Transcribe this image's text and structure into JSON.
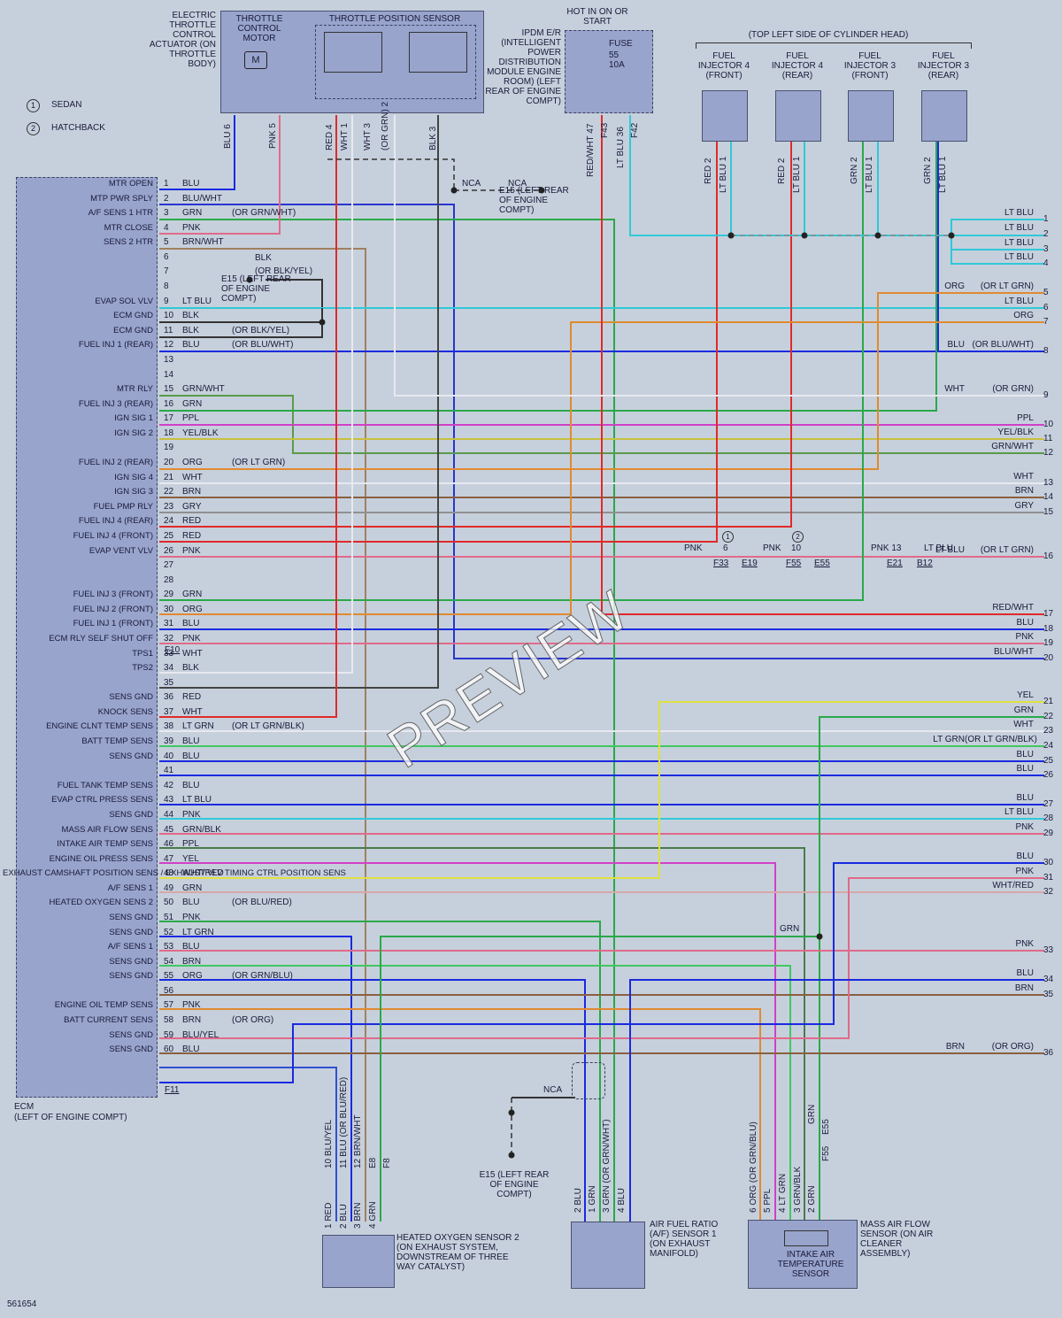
{
  "diagram_id": "561654",
  "watermark": "PREVIEW",
  "legend": [
    {
      "num": "1",
      "label": "SEDAN"
    },
    {
      "num": "2",
      "label": "HATCHBACK"
    }
  ],
  "components": {
    "etc_actuator": "ELECTRIC THROTTLE CONTROL ACTUATOR (ON THROTTLE BODY)",
    "tcm": "THROTTLE CONTROL MOTOR",
    "tps": "THROTTLE POSITION SENSOR",
    "hot_in": "HOT IN ON OR START",
    "ipdm": "IPDM E/R (INTELLIGENT POWER DISTRIBUTION MODULE ENGINE ROOM) (LEFT REAR OF ENGINE COMPT)",
    "fuse": "FUSE",
    "fuse_num": "55",
    "fuse_amp": "10A",
    "injectors_loc": "(TOP LEFT SIDE OF CYLINDER HEAD)",
    "inj4f": "FUEL INJECTOR 4 (FRONT)",
    "inj4r": "FUEL INJECTOR 4 (REAR)",
    "inj3f": "FUEL INJECTOR 3 (FRONT)",
    "inj3r": "FUEL INJECTOR 3 (REAR)",
    "ecm": "ECM",
    "ecm_loc": "(LEFT OF ENGINE COMPT)",
    "ho2s2": "HEATED OXYGEN SENSOR 2 (ON EXHAUST SYSTEM, DOWNSTREAM OF THREE WAY CATALYST)",
    "af1": "AIR FUEL RATIO (A/F) SENSOR 1 (ON EXHAUST MANIFOLD)",
    "maf": "MASS AIR FLOW SENSOR (ON AIR CLEANER ASSEMBLY)",
    "iat": "INTAKE AIR TEMPERATURE SENSOR",
    "e15_a": "E15 (LEFT REAR OF ENGINE COMPT)",
    "e15_b": "E15 (LEFT REAR OF ENGINE COMPT)",
    "e15_c": "E15 (LEFT REAR OF ENGINE COMPT)",
    "nca": "NCA"
  },
  "ecm_pins": [
    {
      "pin": "1",
      "func": "MTR OPEN",
      "wire": "BLU",
      "alt": ""
    },
    {
      "pin": "2",
      "func": "MTP PWR SPLY",
      "wire": "BLU/WHT",
      "alt": ""
    },
    {
      "pin": "3",
      "func": "A/F SENS 1 HTR",
      "wire": "GRN",
      "alt": "(OR GRN/WHT)"
    },
    {
      "pin": "4",
      "func": "MTR CLOSE",
      "wire": "PNK",
      "alt": ""
    },
    {
      "pin": "5",
      "func": "SENS 2 HTR",
      "wire": "BRN/WHT",
      "alt": ""
    },
    {
      "pin": "6",
      "func": "",
      "wire": "",
      "alt": ""
    },
    {
      "pin": "7",
      "func": "",
      "wire": "",
      "alt": ""
    },
    {
      "pin": "8",
      "func": "",
      "wire": "",
      "alt": ""
    },
    {
      "pin": "9",
      "func": "EVAP SOL VLV",
      "wire": "LT BLU",
      "alt": ""
    },
    {
      "pin": "10",
      "func": "ECM GND",
      "wire": "BLK",
      "alt": ""
    },
    {
      "pin": "11",
      "func": "ECM GND",
      "wire": "BLK",
      "alt": "(OR BLK/YEL)"
    },
    {
      "pin": "12",
      "func": "FUEL INJ 1 (REAR)",
      "wire": "BLU",
      "alt": "(OR BLU/WHT)"
    },
    {
      "pin": "13",
      "func": "",
      "wire": "",
      "alt": ""
    },
    {
      "pin": "14",
      "func": "",
      "wire": "",
      "alt": ""
    },
    {
      "pin": "15",
      "func": "MTR RLY",
      "wire": "GRN/WHT",
      "alt": ""
    },
    {
      "pin": "16",
      "func": "FUEL INJ 3 (REAR)",
      "wire": "GRN",
      "alt": ""
    },
    {
      "pin": "17",
      "func": "IGN SIG 1",
      "wire": "PPL",
      "alt": ""
    },
    {
      "pin": "18",
      "func": "IGN SIG 2",
      "wire": "YEL/BLK",
      "alt": ""
    },
    {
      "pin": "19",
      "func": "",
      "wire": "",
      "alt": ""
    },
    {
      "pin": "20",
      "func": "FUEL INJ 2 (REAR)",
      "wire": "ORG",
      "alt": "(OR LT GRN)"
    },
    {
      "pin": "21",
      "func": "IGN SIG 4",
      "wire": "WHT",
      "alt": ""
    },
    {
      "pin": "22",
      "func": "IGN SIG 3",
      "wire": "BRN",
      "alt": ""
    },
    {
      "pin": "23",
      "func": "FUEL PMP RLY",
      "wire": "GRY",
      "alt": ""
    },
    {
      "pin": "24",
      "func": "FUEL INJ 4 (REAR)",
      "wire": "RED",
      "alt": ""
    },
    {
      "pin": "25",
      "func": "FUEL INJ 4 (FRONT)",
      "wire": "RED",
      "alt": ""
    },
    {
      "pin": "26",
      "func": "EVAP VENT VLV",
      "wire": "PNK",
      "alt": ""
    },
    {
      "pin": "27",
      "func": "",
      "wire": "",
      "alt": ""
    },
    {
      "pin": "28",
      "func": "",
      "wire": "",
      "alt": ""
    },
    {
      "pin": "29",
      "func": "FUEL INJ 3 (FRONT)",
      "wire": "GRN",
      "alt": ""
    },
    {
      "pin": "30",
      "func": "FUEL INJ 2 (FRONT)",
      "wire": "ORG",
      "alt": ""
    },
    {
      "pin": "31",
      "func": "FUEL INJ 1 (FRONT)",
      "wire": "BLU",
      "alt": ""
    },
    {
      "pin": "32",
      "func": "ECM RLY SELF SHUT OFF",
      "wire": "PNK",
      "alt": ""
    },
    {
      "pin": "33",
      "func": "TPS1",
      "wire": "WHT",
      "alt": ""
    },
    {
      "pin": "34",
      "func": "TPS2",
      "wire": "BLK",
      "alt": ""
    },
    {
      "pin": "35",
      "func": "",
      "wire": "",
      "alt": ""
    },
    {
      "pin": "36",
      "func": "SENS GND",
      "wire": "RED",
      "alt": ""
    },
    {
      "pin": "37",
      "func": "KNOCK SENS",
      "wire": "WHT",
      "alt": ""
    },
    {
      "pin": "38",
      "func": "ENGINE CLNT TEMP SENS",
      "wire": "LT GRN",
      "alt": "(OR LT GRN/BLK)"
    },
    {
      "pin": "39",
      "func": "BATT TEMP SENS",
      "wire": "BLU",
      "alt": ""
    },
    {
      "pin": "40",
      "func": "SENS GND",
      "wire": "BLU",
      "alt": ""
    },
    {
      "pin": "41",
      "func": "",
      "wire": "",
      "alt": ""
    },
    {
      "pin": "42",
      "func": "FUEL TANK TEMP SENS",
      "wire": "BLU",
      "alt": ""
    },
    {
      "pin": "43",
      "func": "EVAP CTRL PRESS SENS",
      "wire": "LT BLU",
      "alt": ""
    },
    {
      "pin": "44",
      "func": "SENS GND",
      "wire": "PNK",
      "alt": ""
    },
    {
      "pin": "45",
      "func": "MASS AIR FLOW SENS",
      "wire": "GRN/BLK",
      "alt": ""
    },
    {
      "pin": "46",
      "func": "INTAKE AIR TEMP SENS",
      "wire": "PPL",
      "alt": ""
    },
    {
      "pin": "47",
      "func": "ENGINE OIL PRESS SENS",
      "wire": "YEL",
      "alt": ""
    },
    {
      "pin": "48",
      "func": "EXHAUST CAMSHAFT POSITION SENS / EXHAUST VLV TIMING CTRL POSITION SENS",
      "wire": "WHT/RED",
      "alt": ""
    },
    {
      "pin": "49",
      "func": "A/F SENS 1",
      "wire": "GRN",
      "alt": ""
    },
    {
      "pin": "50",
      "func": "HEATED OXYGEN SENS 2",
      "wire": "BLU",
      "alt": "(OR BLU/RED)"
    },
    {
      "pin": "51",
      "func": "SENS GND",
      "wire": "PNK",
      "alt": ""
    },
    {
      "pin": "52",
      "func": "SENS GND",
      "wire": "LT GRN",
      "alt": ""
    },
    {
      "pin": "53",
      "func": "A/F SENS 1",
      "wire": "BLU",
      "alt": ""
    },
    {
      "pin": "54",
      "func": "SENS GND",
      "wire": "BRN",
      "alt": ""
    },
    {
      "pin": "55",
      "func": "SENS GND",
      "wire": "ORG",
      "alt": "(OR GRN/BLU)"
    },
    {
      "pin": "56",
      "func": "",
      "wire": "",
      "alt": ""
    },
    {
      "pin": "57",
      "func": "ENGINE OIL TEMP SENS",
      "wire": "PNK",
      "alt": ""
    },
    {
      "pin": "58",
      "func": "BATT CURRENT SENS",
      "wire": "BRN",
      "alt": "(OR ORG)"
    },
    {
      "pin": "59",
      "func": "SENS GND",
      "wire": "BLU/YEL",
      "alt": ""
    },
    {
      "pin": "60",
      "func": "SENS GND",
      "wire": "BLU",
      "alt": ""
    }
  ],
  "right_terms": [
    {
      "n": "1",
      "w": "LT BLU",
      "alt": ""
    },
    {
      "n": "2",
      "w": "LT BLU",
      "alt": ""
    },
    {
      "n": "3",
      "w": "LT BLU",
      "alt": ""
    },
    {
      "n": "4",
      "w": "LT BLU",
      "alt": ""
    },
    {
      "n": "5",
      "w": "ORG",
      "alt": "(OR LT GRN)"
    },
    {
      "n": "6",
      "w": "LT BLU",
      "alt": ""
    },
    {
      "n": "7",
      "w": "ORG",
      "alt": ""
    },
    {
      "n": "8",
      "w": "BLU",
      "alt": "(OR BLU/WHT)"
    },
    {
      "n": "9",
      "w": "WHT",
      "alt": "(OR GRN)"
    },
    {
      "n": "10",
      "w": "PPL",
      "alt": ""
    },
    {
      "n": "11",
      "w": "YEL/BLK",
      "alt": ""
    },
    {
      "n": "12",
      "w": "GRN/WHT",
      "alt": ""
    },
    {
      "n": "13",
      "w": "WHT",
      "alt": ""
    },
    {
      "n": "14",
      "w": "BRN",
      "alt": ""
    },
    {
      "n": "15",
      "w": "GRY",
      "alt": ""
    },
    {
      "n": "16",
      "w": "LT BLU",
      "alt": "(OR LT GRN)"
    },
    {
      "n": "17",
      "w": "RED/WHT",
      "alt": ""
    },
    {
      "n": "18",
      "w": "BLU",
      "alt": ""
    },
    {
      "n": "19",
      "w": "PNK",
      "alt": ""
    },
    {
      "n": "20",
      "w": "BLU/WHT",
      "alt": ""
    },
    {
      "n": "21",
      "w": "YEL",
      "alt": ""
    },
    {
      "n": "22",
      "w": "GRN",
      "alt": ""
    },
    {
      "n": "23",
      "w": "WHT",
      "alt": ""
    },
    {
      "n": "24",
      "w": "LT GRN",
      "alt": "(OR LT GRN/BLK)"
    },
    {
      "n": "25",
      "w": "BLU",
      "alt": ""
    },
    {
      "n": "26",
      "w": "BLU",
      "alt": ""
    },
    {
      "n": "27",
      "w": "BLU",
      "alt": ""
    },
    {
      "n": "28",
      "w": "LT BLU",
      "alt": ""
    },
    {
      "n": "29",
      "w": "PNK",
      "alt": ""
    },
    {
      "n": "30",
      "w": "BLU",
      "alt": ""
    },
    {
      "n": "31",
      "w": "PNK",
      "alt": ""
    },
    {
      "n": "32",
      "w": "WHT/RED",
      "alt": ""
    },
    {
      "n": "33",
      "w": "PNK",
      "alt": ""
    },
    {
      "n": "34",
      "w": "BLU",
      "alt": ""
    },
    {
      "n": "35",
      "w": "BRN",
      "alt": ""
    },
    {
      "n": "36",
      "w": "BRN",
      "alt": "(OR ORG)"
    }
  ],
  "connectors": {
    "f33": "F33",
    "e19": "E19",
    "f55": "F55",
    "e55": "E55",
    "e21": "E21",
    "b12": "B12",
    "f10": "F10",
    "f11": "F11",
    "f42": "F42",
    "f43": "F43",
    "e8": "E8",
    "f8": "F8",
    "f55b": "F55",
    "e55b": "E55"
  },
  "splice_labels": {
    "pnk6": "PNK",
    "n6": "6",
    "pnk10": "PNK",
    "n10": "10",
    "pnk13": "PNK 13",
    "ltblu": "LT BLU",
    "orltgrn": "(OR LT GRN)",
    "blk": "BLK",
    "orblkyel": "(OR BLK/YEL)",
    "e15": "E15",
    "grn": "GRN",
    "nca1": "NCA",
    "nca2": "NCA",
    "nca3": "NCA"
  }
}
